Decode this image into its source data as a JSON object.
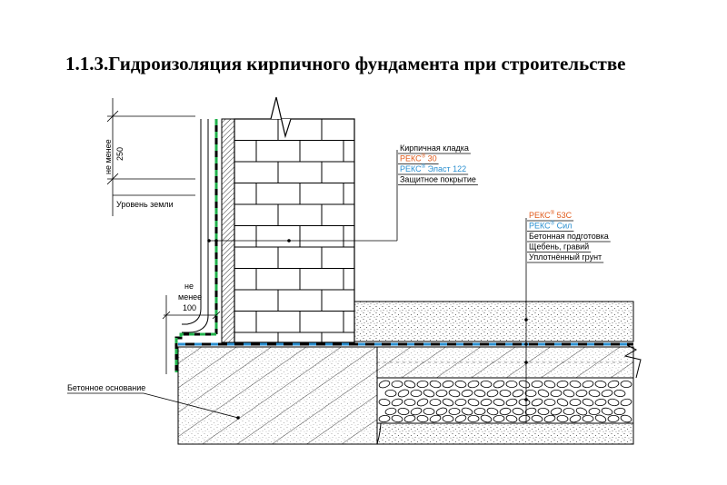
{
  "title": "1.1.3.Гидроизоляция кирпичного фундамента при строительстве",
  "dimensions": {
    "top_label": "не менее",
    "top_value": "250",
    "side_label_line1": "не",
    "side_label_line2": "менее",
    "side_value": "100"
  },
  "labels": {
    "ground_level": "Уровень земли",
    "concrete_base": "Бетонное основание"
  },
  "wall_callout": [
    {
      "text": "Кирпичная кладка",
      "color": "#000000"
    },
    {
      "brand": "РЕКС",
      "text": "30",
      "color": "#e05a1a"
    },
    {
      "brand": "РЕКС",
      "text": "Эласт 122",
      "color": "#2a8fd0"
    },
    {
      "text": "Защитное покрытие",
      "color": "#000000"
    }
  ],
  "floor_callout": [
    {
      "brand": "РЕКС",
      "text": "53С",
      "color": "#e05a1a"
    },
    {
      "brand": "РЕКС",
      "text": "Сил",
      "color": "#2a8fd0"
    },
    {
      "text": "Бетонная подготовка",
      "color": "#000000"
    },
    {
      "text": "Щебень, гравий",
      "color": "#000000"
    },
    {
      "text": "Уплотнённый грунт",
      "color": "#000000"
    }
  ],
  "colors": {
    "rex_orange": "#e05a1a",
    "rex_blue": "#2a8fd0",
    "waterproof_green": "#22b24c",
    "line": "#000000"
  }
}
